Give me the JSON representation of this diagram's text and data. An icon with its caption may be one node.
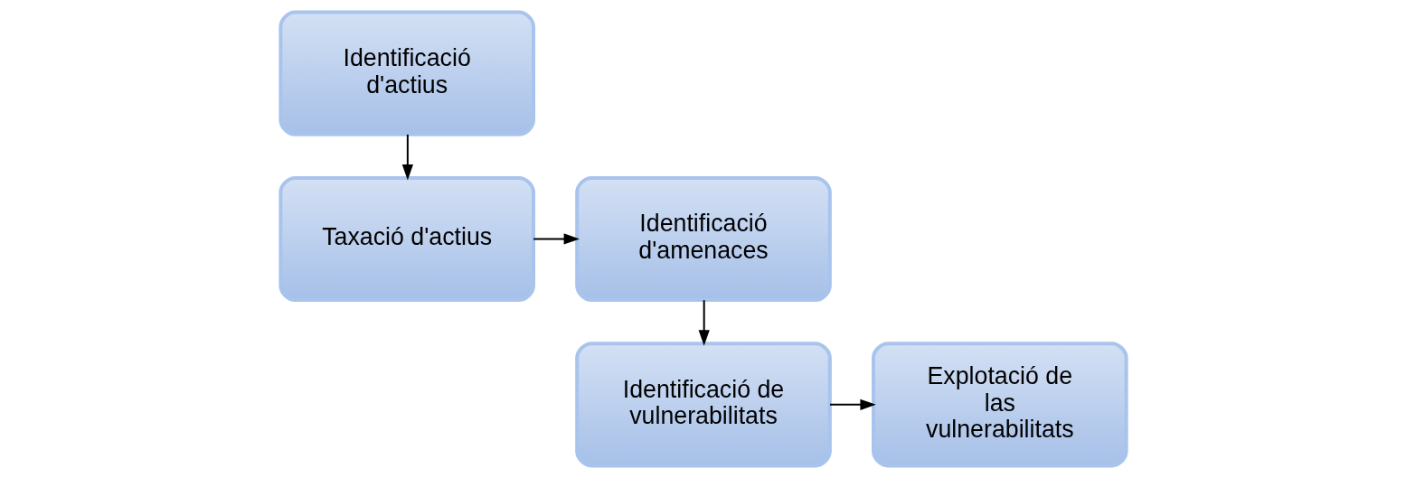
{
  "diagram": {
    "nodes": [
      {
        "text": [
          "Identificació d'actius"
        ]
      },
      {
        "text": [
          "Taxació d'actius"
        ]
      },
      {
        "text": [
          "Identificació d'amenaces"
        ]
      },
      {
        "text": [
          "Identificació de vulnerabilitats"
        ]
      },
      {
        "text": [
          "Explotació de las vulnerabilitats"
        ]
      }
    ],
    "edges": [
      {
        "from": 0,
        "to": 1,
        "arrow": "to"
      },
      {
        "from": 1,
        "to": 2,
        "arrow": "to"
      },
      {
        "from": 2,
        "to": 3,
        "arrow": "to"
      },
      {
        "from": 3,
        "to": 4,
        "arrow": "to"
      }
    ]
  }
}
